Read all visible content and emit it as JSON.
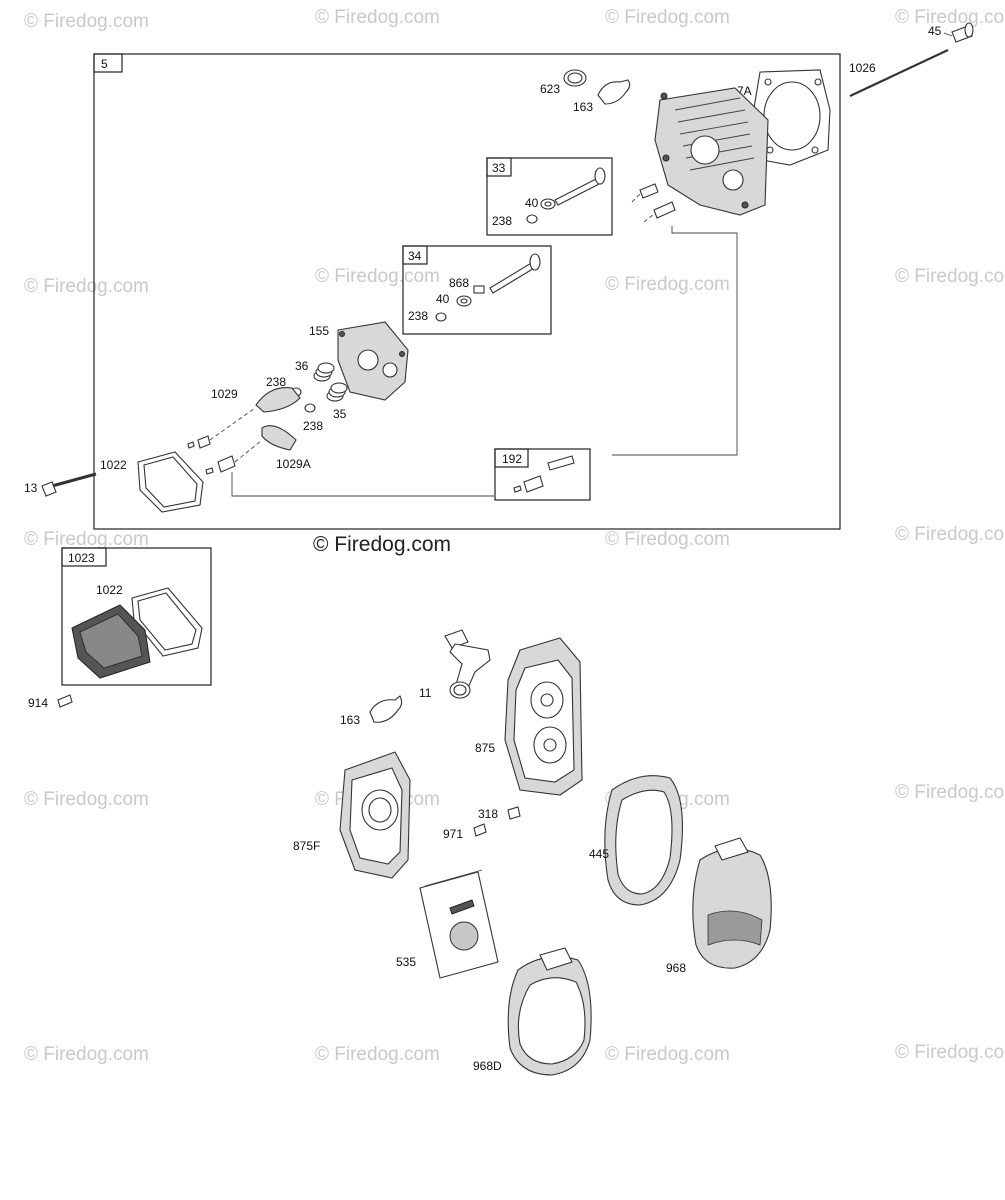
{
  "watermarks": {
    "text": "© Firedog.com",
    "main_text": "© Firedog.com"
  },
  "group_boxes": {
    "g5": "5",
    "g33": "33",
    "g34": "34",
    "g192": "192",
    "g1023": "1023"
  },
  "callouts": {
    "c45": "45",
    "c1026": "1026",
    "c623": "623",
    "c163_top": "163",
    "c7A": "7A",
    "c40_a": "40",
    "c238_a": "238",
    "c868": "868",
    "c40_b": "40",
    "c238_b": "238",
    "c155": "155",
    "c36": "36",
    "c238_c": "238",
    "c1029": "1029",
    "c35": "35",
    "c238_d": "238",
    "c1022_a": "1022",
    "c1029A": "1029A",
    "c13": "13",
    "c1022_b": "1022",
    "c914": "914",
    "c163_mid": "163",
    "c11": "11",
    "c875": "875",
    "c318": "318",
    "c971": "971",
    "c875F": "875F",
    "c445": "445",
    "c535": "535",
    "c968": "968",
    "c968D": "968D"
  }
}
